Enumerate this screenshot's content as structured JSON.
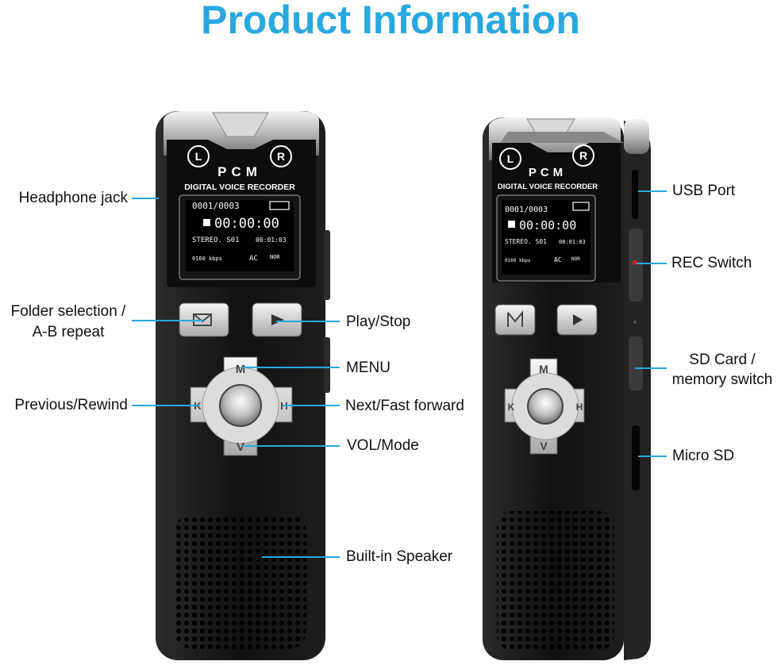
{
  "title": "Product Information",
  "device": {
    "badge_left": "L",
    "badge_right": "R",
    "brand": "PCM",
    "subtitle": "DIGITAL VOICE RECORDER",
    "screen": {
      "file_counter": "0001/0003",
      "timer": "00:00:00",
      "mode": "STEREO. S01",
      "rate": "00:01:03",
      "bitrate": "0160 kbps",
      "ac": "AC",
      "nor": "NOR"
    },
    "dpad": {
      "up": "M",
      "down": "V",
      "left": "K",
      "right": "H"
    }
  },
  "callouts_front": {
    "headphone_jack": "Headphone jack",
    "folder_selection_line1": "Folder selection /",
    "folder_selection_line2": "A-B repeat",
    "previous_rewind": "Previous/Rewind",
    "play_stop": "Play/Stop",
    "menu": "MENU",
    "next_fast_forward": "Next/Fast forward",
    "vol_mode": "VOL/Mode",
    "built_in_speaker": "Built-in Speaker"
  },
  "callouts_side": {
    "usb_port": "USB Port",
    "rec_switch": "REC Switch",
    "sd_card_line1": "SD Card /",
    "sd_card_line2": "memory switch",
    "micro_sd": "Micro SD"
  },
  "colors": {
    "accent": "#29a8e0",
    "body": "#161616",
    "text": "#111111"
  }
}
